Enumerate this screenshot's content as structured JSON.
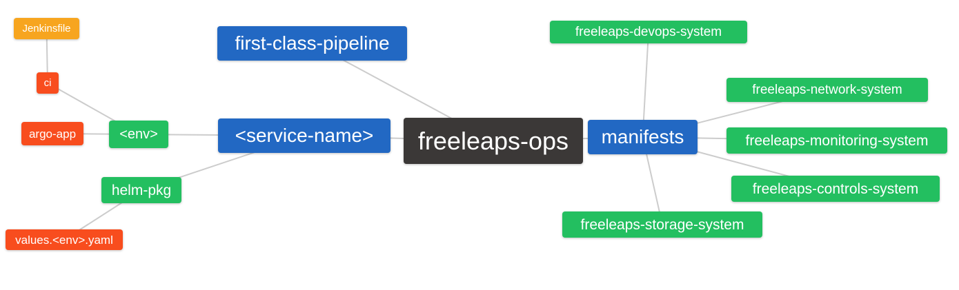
{
  "diagram": {
    "type": "mindmap",
    "root_label": "freeleaps-ops",
    "background": "#ffffff",
    "edge_color": "#cccccc",
    "palette": {
      "blue": "#2268c3",
      "green": "#23bf60",
      "red": "#f84d1e",
      "orange": "#f7a51f",
      "dark": "#3b3837",
      "node_text": "#ffffff"
    },
    "nodes": [
      {
        "id": "jenkinsfile",
        "label": "Jenkinsfile",
        "color": "orange"
      },
      {
        "id": "ci",
        "label": "ci",
        "color": "red"
      },
      {
        "id": "argo-app",
        "label": "argo-app",
        "color": "red"
      },
      {
        "id": "env",
        "label": "<env>",
        "color": "green"
      },
      {
        "id": "helm-pkg",
        "label": "helm-pkg",
        "color": "green"
      },
      {
        "id": "values-env-yaml",
        "label": "values.<env>.yaml",
        "color": "red"
      },
      {
        "id": "first-class-pipeline",
        "label": "first-class-pipeline",
        "color": "blue"
      },
      {
        "id": "service-name",
        "label": "<service-name>",
        "color": "blue"
      },
      {
        "id": "freeleaps-ops",
        "label": "freeleaps-ops",
        "color": "dark"
      },
      {
        "id": "manifests",
        "label": "manifests",
        "color": "blue"
      },
      {
        "id": "freeleaps-devops-system",
        "label": "freeleaps-devops-system",
        "color": "green"
      },
      {
        "id": "freeleaps-network-system",
        "label": "freeleaps-network-system",
        "color": "green"
      },
      {
        "id": "freeleaps-monitoring-system",
        "label": "freeleaps-monitoring-system",
        "color": "green"
      },
      {
        "id": "freeleaps-controls-system",
        "label": "freeleaps-controls-system",
        "color": "green"
      },
      {
        "id": "freeleaps-storage-system",
        "label": "freeleaps-storage-system",
        "color": "green"
      }
    ],
    "edges": [
      {
        "from": "jenkinsfile",
        "to": "ci"
      },
      {
        "from": "ci",
        "to": "env"
      },
      {
        "from": "argo-app",
        "to": "env"
      },
      {
        "from": "env",
        "to": "service-name"
      },
      {
        "from": "helm-pkg",
        "to": "service-name"
      },
      {
        "from": "values-env-yaml",
        "to": "helm-pkg"
      },
      {
        "from": "service-name",
        "to": "freeleaps-ops"
      },
      {
        "from": "first-class-pipeline",
        "to": "freeleaps-ops"
      },
      {
        "from": "freeleaps-ops",
        "to": "manifests"
      },
      {
        "from": "manifests",
        "to": "freeleaps-devops-system"
      },
      {
        "from": "manifests",
        "to": "freeleaps-network-system"
      },
      {
        "from": "manifests",
        "to": "freeleaps-monitoring-system"
      },
      {
        "from": "manifests",
        "to": "freeleaps-controls-system"
      },
      {
        "from": "manifests",
        "to": "freeleaps-storage-system"
      }
    ]
  }
}
